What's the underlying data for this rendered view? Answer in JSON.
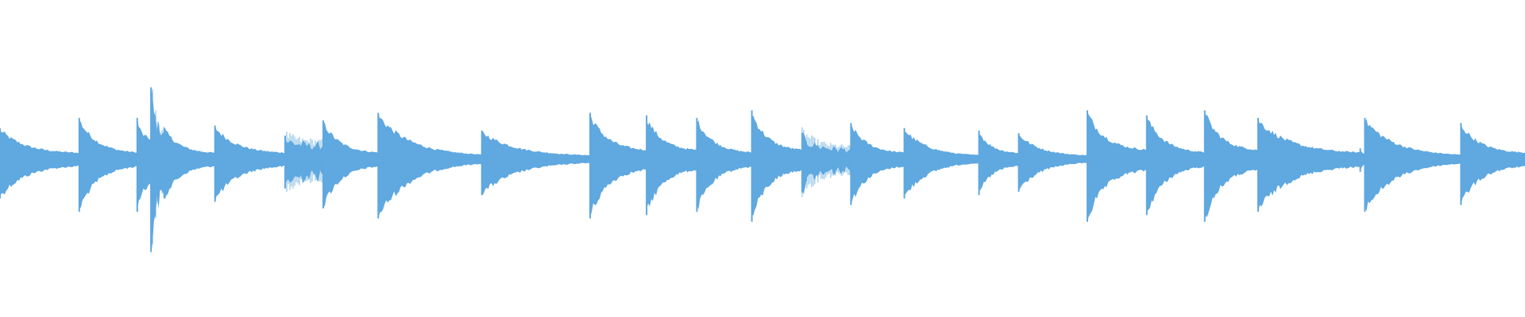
{
  "waveform": {
    "color": "#5fa8e0",
    "background": "#ffffff",
    "duration_fraction_total": 1.0,
    "baseline_fraction": 0.5,
    "notes": [
      {
        "start": 0.0,
        "end": 0.052,
        "peak": 0.12,
        "tail": 0.02,
        "texture": "smooth"
      },
      {
        "start": 0.052,
        "end": 0.09,
        "peak": 0.16,
        "tail": 0.02,
        "texture": "smooth"
      },
      {
        "start": 0.09,
        "end": 0.099,
        "peak": 0.16,
        "tail": 0.08,
        "texture": "smooth"
      },
      {
        "start": 0.099,
        "end": 0.108,
        "peak": 0.28,
        "tail": 0.1,
        "texture": "dense"
      },
      {
        "start": 0.108,
        "end": 0.141,
        "peak": 0.12,
        "tail": 0.02,
        "texture": "smooth"
      },
      {
        "start": 0.141,
        "end": 0.187,
        "peak": 0.13,
        "tail": 0.02,
        "texture": "smooth"
      },
      {
        "start": 0.187,
        "end": 0.212,
        "peak": 0.09,
        "tail": 0.06,
        "texture": "striped"
      },
      {
        "start": 0.212,
        "end": 0.248,
        "peak": 0.15,
        "tail": 0.02,
        "texture": "smooth"
      },
      {
        "start": 0.248,
        "end": 0.316,
        "peak": 0.18,
        "tail": 0.01,
        "texture": "smooth"
      },
      {
        "start": 0.316,
        "end": 0.387,
        "peak": 0.11,
        "tail": 0.01,
        "texture": "smooth"
      },
      {
        "start": 0.387,
        "end": 0.424,
        "peak": 0.18,
        "tail": 0.03,
        "texture": "smooth"
      },
      {
        "start": 0.424,
        "end": 0.457,
        "peak": 0.17,
        "tail": 0.03,
        "texture": "smooth"
      },
      {
        "start": 0.457,
        "end": 0.493,
        "peak": 0.16,
        "tail": 0.02,
        "texture": "smooth"
      },
      {
        "start": 0.493,
        "end": 0.526,
        "peak": 0.19,
        "tail": 0.03,
        "texture": "smooth"
      },
      {
        "start": 0.526,
        "end": 0.558,
        "peak": 0.1,
        "tail": 0.04,
        "texture": "striped"
      },
      {
        "start": 0.558,
        "end": 0.593,
        "peak": 0.14,
        "tail": 0.02,
        "texture": "smooth"
      },
      {
        "start": 0.593,
        "end": 0.642,
        "peak": 0.12,
        "tail": 0.01,
        "texture": "smooth"
      },
      {
        "start": 0.642,
        "end": 0.668,
        "peak": 0.11,
        "tail": 0.02,
        "texture": "smooth"
      },
      {
        "start": 0.668,
        "end": 0.713,
        "peak": 0.1,
        "tail": 0.01,
        "texture": "smooth"
      },
      {
        "start": 0.713,
        "end": 0.752,
        "peak": 0.19,
        "tail": 0.03,
        "texture": "smooth"
      },
      {
        "start": 0.752,
        "end": 0.79,
        "peak": 0.17,
        "tail": 0.02,
        "texture": "smooth"
      },
      {
        "start": 0.79,
        "end": 0.825,
        "peak": 0.19,
        "tail": 0.03,
        "texture": "smooth"
      },
      {
        "start": 0.825,
        "end": 0.892,
        "peak": 0.16,
        "tail": 0.02,
        "texture": "smooth"
      },
      {
        "start": 0.892,
        "end": 0.895,
        "peak": 0.04,
        "tail": 0.02,
        "texture": "smooth"
      },
      {
        "start": 0.895,
        "end": 0.958,
        "peak": 0.16,
        "tail": 0.01,
        "texture": "smooth"
      },
      {
        "start": 0.958,
        "end": 1.0,
        "peak": 0.14,
        "tail": 0.02,
        "texture": "smooth"
      }
    ]
  }
}
